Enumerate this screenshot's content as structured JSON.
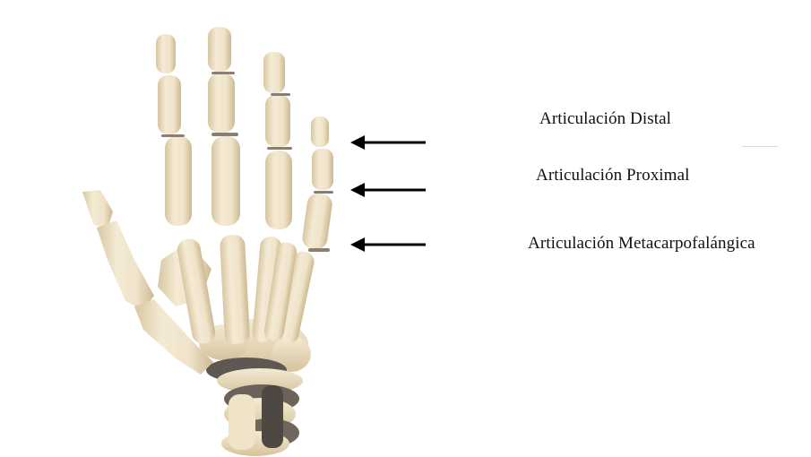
{
  "labels": {
    "distal": "Articulación Distal",
    "proximal": "Articulación Proximal",
    "metacarpophalangeal": "Articulación Metacarpofalángica"
  },
  "colors": {
    "bone": "#efe3c8",
    "bone_shadow": "#d9c7a2",
    "joint_gap": "#7a7068",
    "arrow": "#000000",
    "text": "#111111"
  },
  "icons": {
    "arrows": [
      "left-arrow-icon",
      "left-arrow-icon",
      "left-arrow-icon"
    ],
    "illustration": "hand-skeleton-illustration"
  }
}
